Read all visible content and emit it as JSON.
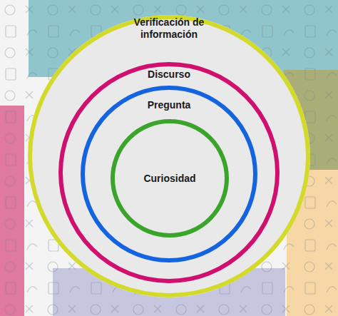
{
  "diagram": {
    "nodes": [
      {
        "text": [
          "Verificación de información"
        ]
      },
      {
        "text": [
          "Discurso"
        ],
        "in": 0
      },
      {
        "text": [
          "Pregunta"
        ],
        "in": 1
      },
      {
        "text": [
          "Curiosidad"
        ],
        "in": 2
      }
    ]
  }
}
